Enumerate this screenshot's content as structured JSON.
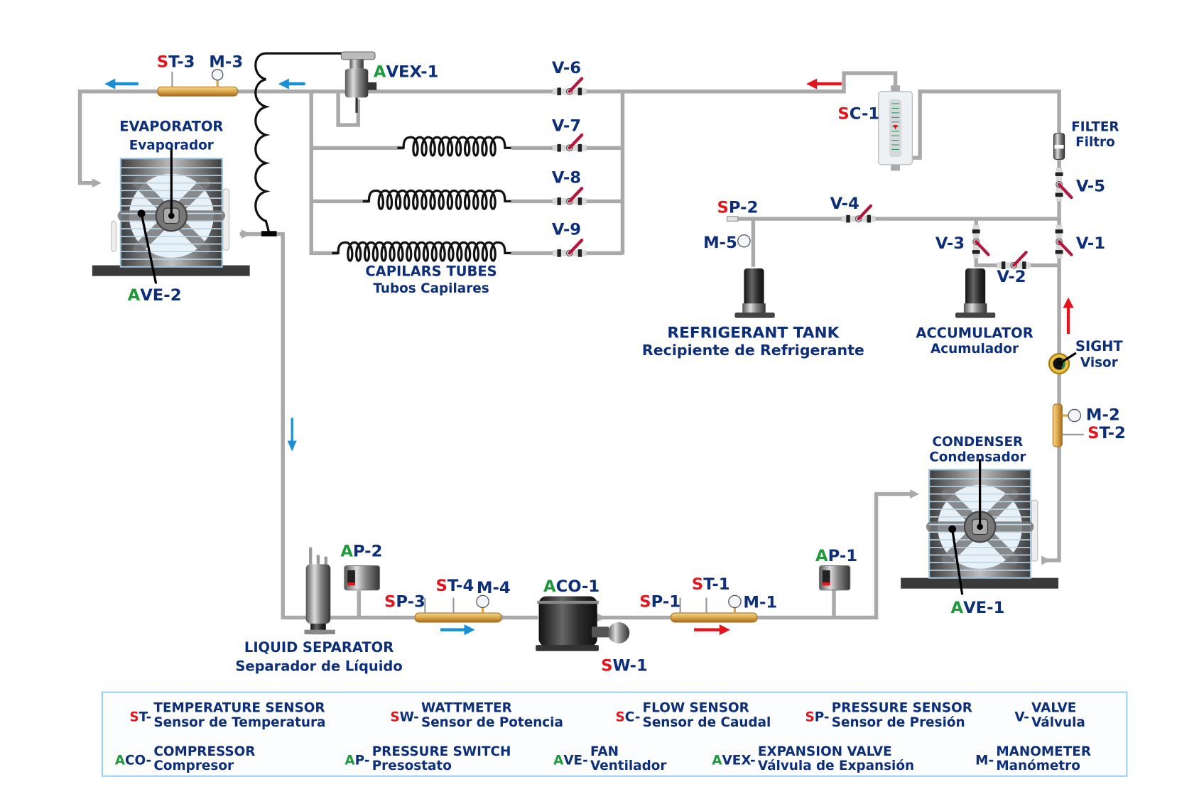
{
  "diagram": {
    "title": "Refrigeration circuit process diagram",
    "colors": {
      "label_blue": "#0d2f7a",
      "sensor_prefix_red": "#e3151c",
      "actuator_prefix_green": "#1e9a3a",
      "pipe_gray": "#a9a9a9",
      "flow_arrow_blue": "#1b8fd6",
      "flow_arrow_red": "#e3151c",
      "valve_handle": "#b5173c",
      "brass_fitting": "#d9a74a",
      "legend_border": "#9fd0ee"
    },
    "components": {
      "evaporator": {
        "title": "EVAPORATOR",
        "subtitle": "Evaporador"
      },
      "capillary_tubes": {
        "title": "CAPILARS TUBES",
        "subtitle": "Tubos Capilares"
      },
      "refrigerant_tank": {
        "title": "REFRIGERANT TANK",
        "subtitle": "Recipiente de Refrigerante"
      },
      "accumulator": {
        "title": "ACCUMULATOR",
        "subtitle": "Acumulador"
      },
      "filter": {
        "title": "FILTER",
        "subtitle": "Filtro"
      },
      "sight_glass": {
        "title": "SIGHT",
        "subtitle": "Visor"
      },
      "condenser": {
        "title": "CONDENSER",
        "subtitle": "Condensador"
      },
      "liquid_separator": {
        "title": "LIQUID SEPARATOR",
        "subtitle": "Separador de Líquido"
      }
    },
    "tags": {
      "st3": {
        "prefix": "S",
        "rest": "T-3"
      },
      "m3": {
        "prefix": "",
        "rest": "M-3"
      },
      "avex1": {
        "prefix": "A",
        "rest": "VEX-1"
      },
      "v6": {
        "prefix": "",
        "rest": "V-6"
      },
      "v7": {
        "prefix": "",
        "rest": "V-7"
      },
      "v8": {
        "prefix": "",
        "rest": "V-8"
      },
      "v9": {
        "prefix": "",
        "rest": "V-9"
      },
      "sc1": {
        "prefix": "S",
        "rest": "C-1"
      },
      "sp2": {
        "prefix": "S",
        "rest": "P-2"
      },
      "m5": {
        "prefix": "",
        "rest": "M-5"
      },
      "v4": {
        "prefix": "",
        "rest": "V-4"
      },
      "v5": {
        "prefix": "",
        "rest": "V-5"
      },
      "v3": {
        "prefix": "",
        "rest": "V-3"
      },
      "v2": {
        "prefix": "",
        "rest": "V-2"
      },
      "v1": {
        "prefix": "",
        "rest": "V-1"
      },
      "ave2": {
        "prefix": "A",
        "rest": "VE-2"
      },
      "m2": {
        "prefix": "",
        "rest": "M-2"
      },
      "st2": {
        "prefix": "S",
        "rest": "T-2"
      },
      "ave1": {
        "prefix": "A",
        "rest": "VE-1"
      },
      "ap2": {
        "prefix": "A",
        "rest": "P-2"
      },
      "sp3": {
        "prefix": "S",
        "rest": "P-3"
      },
      "st4": {
        "prefix": "S",
        "rest": "T-4"
      },
      "m4": {
        "prefix": "",
        "rest": "M-4"
      },
      "aco1": {
        "prefix": "A",
        "rest": "CO-1"
      },
      "sw1": {
        "prefix": "S",
        "rest": "W-1"
      },
      "sp1": {
        "prefix": "S",
        "rest": "P-1"
      },
      "st1": {
        "prefix": "S",
        "rest": "T-1"
      },
      "m1": {
        "prefix": "",
        "rest": "M-1"
      },
      "ap1": {
        "prefix": "A",
        "rest": "P-1"
      }
    },
    "legend": [
      {
        "prefix": "S",
        "code": "T-",
        "prefix_color": "red",
        "title": "TEMPERATURE SENSOR",
        "subtitle": "Sensor de Temperatura"
      },
      {
        "prefix": "S",
        "code": "W-",
        "prefix_color": "red",
        "title": "WATTMETER",
        "subtitle": "Sensor de Potencia"
      },
      {
        "prefix": "S",
        "code": "C-",
        "prefix_color": "red",
        "title": "FLOW SENSOR",
        "subtitle": "Sensor de Caudal"
      },
      {
        "prefix": "S",
        "code": "P-",
        "prefix_color": "red",
        "title": "PRESSURE SENSOR",
        "subtitle": "Sensor de Presión"
      },
      {
        "prefix": "",
        "code": "V-",
        "prefix_color": "none",
        "title": "VALVE",
        "subtitle": "Válvula"
      },
      {
        "prefix": "A",
        "code": "CO-",
        "prefix_color": "green",
        "title": "COMPRESSOR",
        "subtitle": "Compresor"
      },
      {
        "prefix": "A",
        "code": "P-",
        "prefix_color": "green",
        "title": "PRESSURE SWITCH",
        "subtitle": "Presostato"
      },
      {
        "prefix": "A",
        "code": "VE-",
        "prefix_color": "green",
        "title": "FAN",
        "subtitle": "Ventilador"
      },
      {
        "prefix": "A",
        "code": "VEX-",
        "prefix_color": "green",
        "title": "EXPANSION VALVE",
        "subtitle": "Válvula de Expansión"
      },
      {
        "prefix": "",
        "code": "M-",
        "prefix_color": "none",
        "title": "MANOMETER",
        "subtitle": "Manómetro"
      }
    ]
  }
}
